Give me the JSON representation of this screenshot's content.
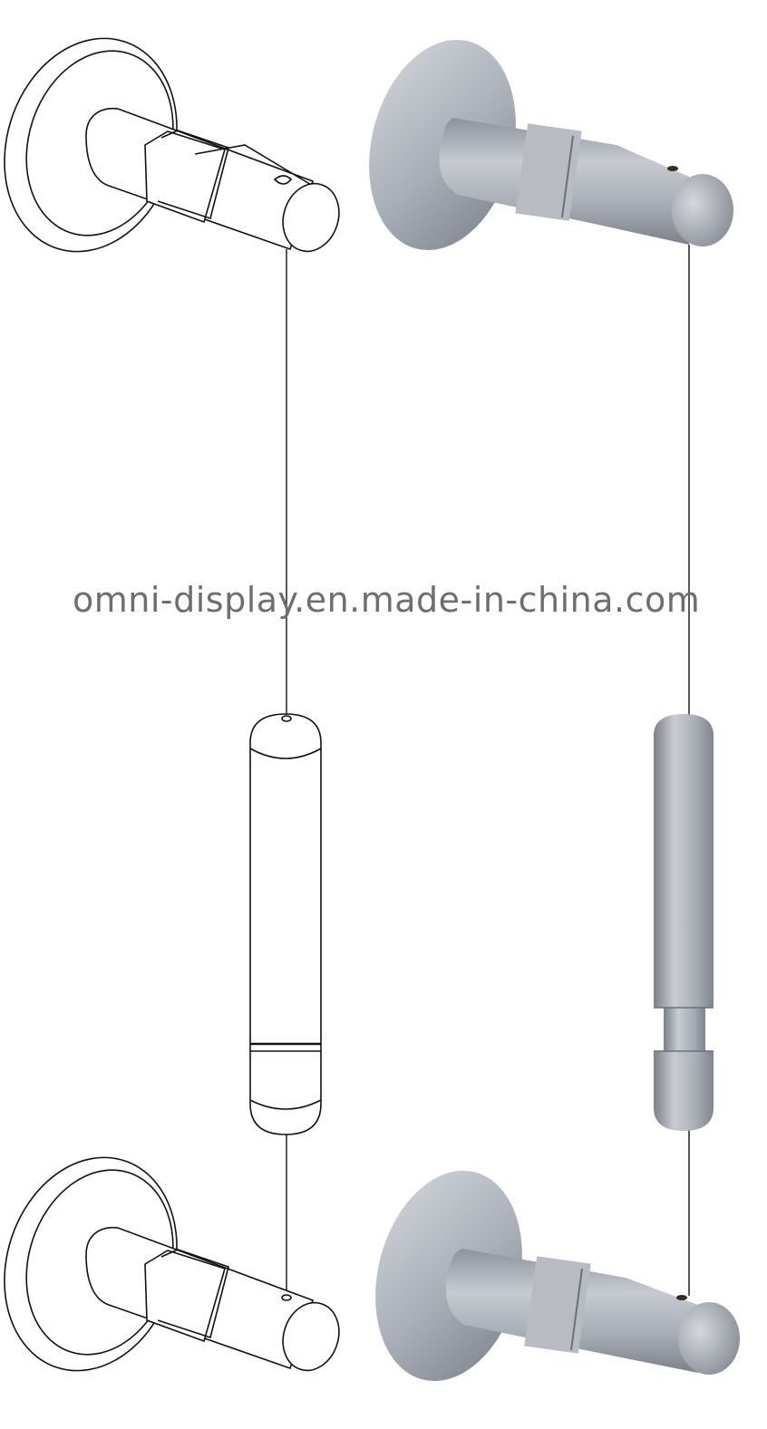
{
  "watermark": {
    "text": "omni-display.en.made-in-china.com"
  },
  "colors": {
    "background": "#ffffff",
    "line_art": "#111111",
    "metal_light": "#c9ccd3",
    "metal_mid": "#a3a7b0",
    "metal_dark": "#6f737c",
    "watermark": "#6e6e6e"
  },
  "illustration": {
    "left_variant": "line-drawing",
    "right_variant": "satin-chrome-render",
    "parts": [
      "wall-mount-top",
      "support-cable",
      "tension-rod",
      "wall-mount-bottom"
    ]
  }
}
